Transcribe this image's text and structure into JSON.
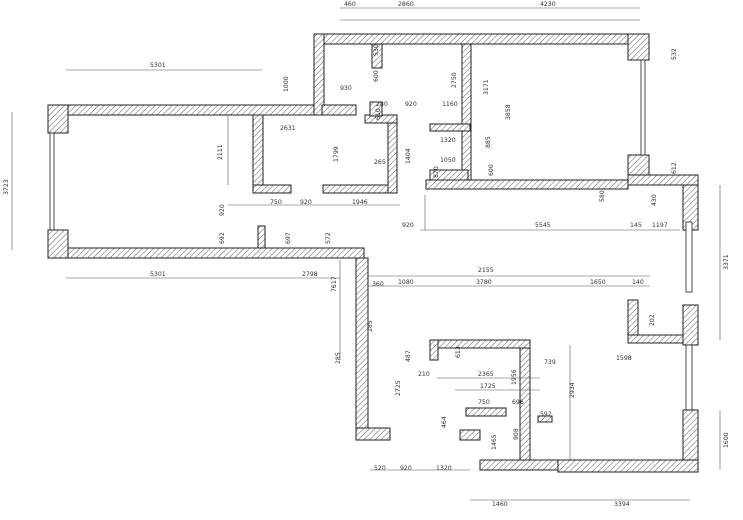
{
  "plan": {
    "dims_top": [
      {
        "id": "d460",
        "text": "460"
      },
      {
        "id": "d2860",
        "text": "2860"
      },
      {
        "id": "d4230",
        "text": "4230"
      },
      {
        "id": "d5301t",
        "text": "5301"
      },
      {
        "id": "d1000",
        "text": "1000"
      },
      {
        "id": "d530",
        "text": "530"
      },
      {
        "id": "d600",
        "text": "600"
      },
      {
        "id": "d930",
        "text": "930"
      },
      {
        "id": "d2750",
        "text": "2750"
      },
      {
        "id": "d3171",
        "text": "3171"
      },
      {
        "id": "d532",
        "text": "532"
      },
      {
        "id": "d280",
        "text": "280"
      },
      {
        "id": "d920a",
        "text": "920"
      },
      {
        "id": "d1160",
        "text": "1160"
      },
      {
        "id": "d610",
        "text": "610"
      },
      {
        "id": "d3858",
        "text": "3858"
      },
      {
        "id": "d2631",
        "text": "2631"
      },
      {
        "id": "d1320a",
        "text": "1320"
      },
      {
        "id": "d885",
        "text": "885"
      },
      {
        "id": "d1050",
        "text": "1050"
      },
      {
        "id": "d3723",
        "text": "3723"
      },
      {
        "id": "d2111",
        "text": "2111"
      },
      {
        "id": "d1799",
        "text": "1799"
      },
      {
        "id": "d265",
        "text": "265"
      },
      {
        "id": "d1404",
        "text": "1404"
      },
      {
        "id": "d870",
        "text": "870"
      },
      {
        "id": "d600b",
        "text": "600"
      },
      {
        "id": "d612",
        "text": "612"
      },
      {
        "id": "d580",
        "text": "580"
      },
      {
        "id": "d430",
        "text": "430"
      },
      {
        "id": "d750",
        "text": "750"
      },
      {
        "id": "d920b",
        "text": "920"
      },
      {
        "id": "d1946",
        "text": "1946"
      },
      {
        "id": "d920c",
        "text": "920"
      },
      {
        "id": "d145",
        "text": "145"
      },
      {
        "id": "d1197",
        "text": "1197"
      },
      {
        "id": "d5545",
        "text": "5545"
      },
      {
        "id": "d920d",
        "text": "920"
      },
      {
        "id": "d692",
        "text": "692"
      },
      {
        "id": "d697",
        "text": "697"
      },
      {
        "id": "d572",
        "text": "572"
      },
      {
        "id": "d3371",
        "text": "3371"
      },
      {
        "id": "d5301b",
        "text": "5301"
      },
      {
        "id": "d2798",
        "text": "2798"
      },
      {
        "id": "d2155",
        "text": "2155"
      },
      {
        "id": "d7617",
        "text": "7617"
      },
      {
        "id": "d360",
        "text": "360"
      },
      {
        "id": "d1080",
        "text": "1080"
      },
      {
        "id": "d3780",
        "text": "3780"
      },
      {
        "id": "d1650",
        "text": "1650"
      },
      {
        "id": "d140",
        "text": "140"
      },
      {
        "id": "d285a",
        "text": "285"
      },
      {
        "id": "d202",
        "text": "202"
      },
      {
        "id": "d285b",
        "text": "285"
      },
      {
        "id": "d487",
        "text": "487"
      },
      {
        "id": "d613",
        "text": "613"
      },
      {
        "id": "d1598",
        "text": "1598"
      },
      {
        "id": "d739",
        "text": "739"
      },
      {
        "id": "d210",
        "text": "210"
      },
      {
        "id": "d2365",
        "text": "2365"
      },
      {
        "id": "d2725",
        "text": "2725"
      },
      {
        "id": "d1725",
        "text": "1725"
      },
      {
        "id": "d1956",
        "text": "1956"
      },
      {
        "id": "d2934",
        "text": "2934"
      },
      {
        "id": "d750b",
        "text": "750"
      },
      {
        "id": "d696",
        "text": "696"
      },
      {
        "id": "d592",
        "text": "592"
      },
      {
        "id": "d464",
        "text": "464"
      },
      {
        "id": "d1465",
        "text": "1465"
      },
      {
        "id": "d908",
        "text": "908"
      },
      {
        "id": "d1600",
        "text": "1600"
      },
      {
        "id": "d520",
        "text": "520"
      },
      {
        "id": "d920e",
        "text": "920"
      },
      {
        "id": "d1320b",
        "text": "1320"
      },
      {
        "id": "d1460",
        "text": "1460"
      },
      {
        "id": "d3394",
        "text": "3394"
      }
    ]
  }
}
